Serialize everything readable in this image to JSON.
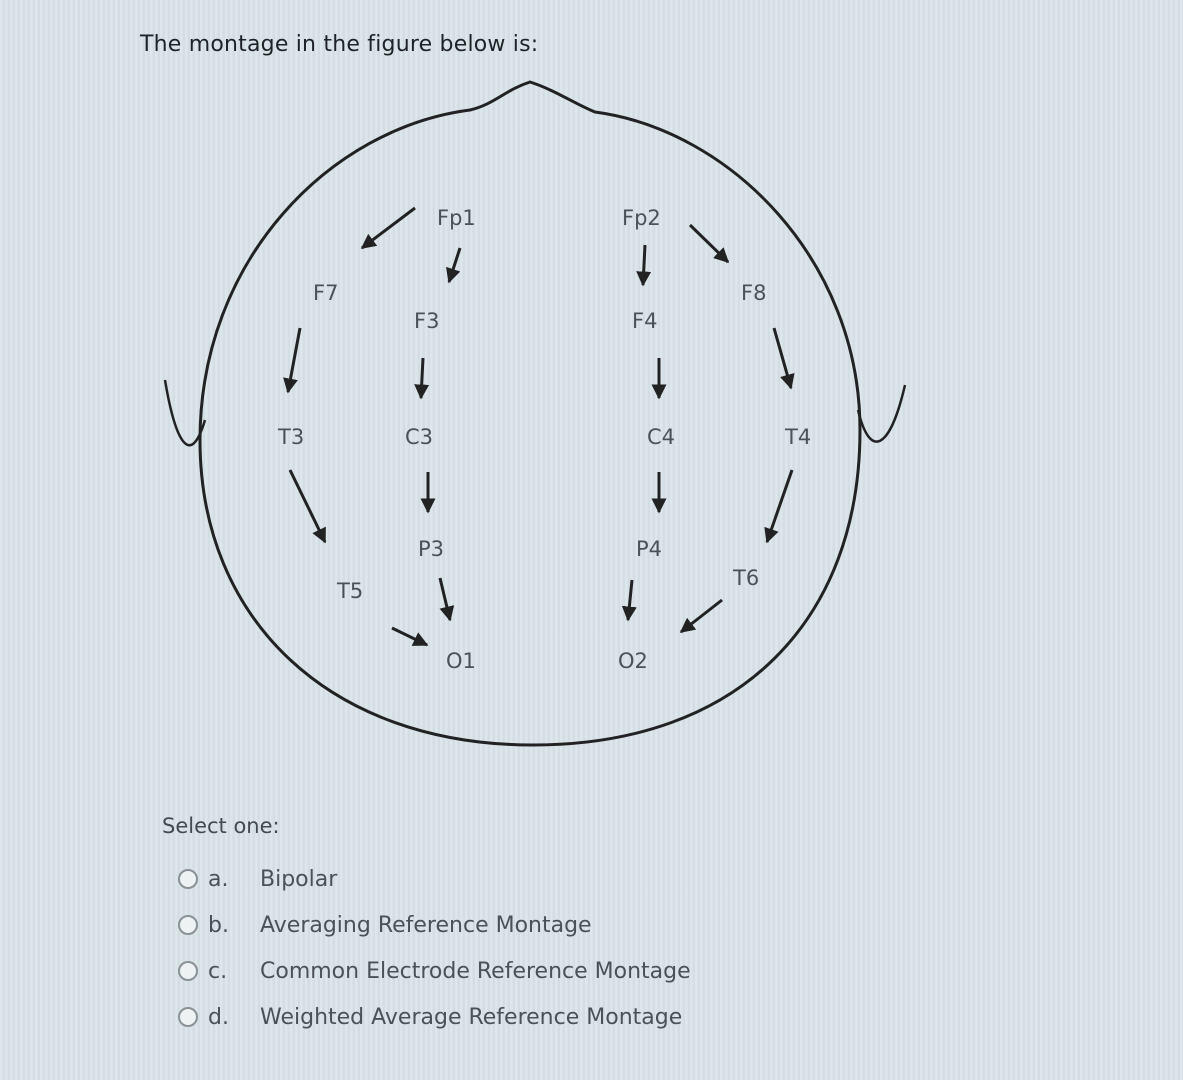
{
  "question": {
    "text": "The montage in the figure below is:"
  },
  "diagram": {
    "electrodes": {
      "fp1": "Fp1",
      "fp2": "Fp2",
      "f7": "F7",
      "f3": "F3",
      "f4": "F4",
      "f8": "F8",
      "t3": "T3",
      "c3": "C3",
      "c4": "C4",
      "t4": "T4",
      "p3": "P3",
      "p4": "P4",
      "t5": "T5",
      "t6": "T6",
      "o1": "O1",
      "o2": "O2"
    }
  },
  "answer": {
    "prompt": "Select one:",
    "options": [
      {
        "letter": "a.",
        "text": "Bipolar"
      },
      {
        "letter": "b.",
        "text": "Averaging Reference Montage"
      },
      {
        "letter": "c.",
        "text": "Common Electrode Reference Montage"
      },
      {
        "letter": "d.",
        "text": "Weighted Average Reference Montage"
      }
    ]
  }
}
